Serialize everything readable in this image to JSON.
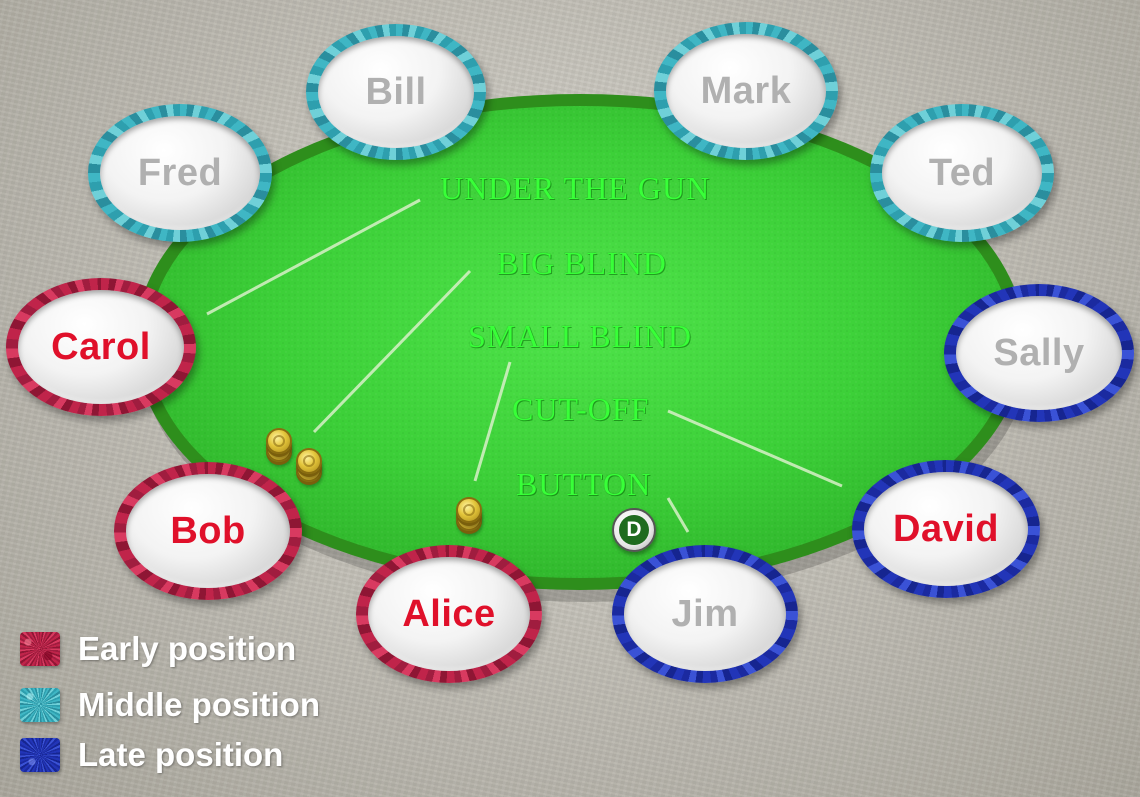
{
  "players": [
    {
      "name": "Bill",
      "position_group": "middle"
    },
    {
      "name": "Mark",
      "position_group": "middle"
    },
    {
      "name": "Fred",
      "position_group": "middle"
    },
    {
      "name": "Ted",
      "position_group": "middle"
    },
    {
      "name": "Carol",
      "position_group": "early"
    },
    {
      "name": "Sally",
      "position_group": "late"
    },
    {
      "name": "Bob",
      "position_group": "early"
    },
    {
      "name": "David",
      "position_group": "late"
    },
    {
      "name": "Alice",
      "position_group": "early"
    },
    {
      "name": "Jim",
      "position_group": "late"
    }
  ],
  "position_labels": {
    "under_the_gun": "UNDER THE GUN",
    "big_blind": "BIG BLIND",
    "small_blind": "SMALL BLIND",
    "cut_off": "CUT-OFF",
    "button": "BUTTON"
  },
  "dealer_button": "D",
  "legend": [
    {
      "label": "Early position",
      "color": "#c0244a"
    },
    {
      "label": "Middle position",
      "color": "#3fb6c4"
    },
    {
      "label": "Late position",
      "color": "#2235b8"
    }
  ],
  "colors": {
    "felt": "#3fd43f",
    "felt_rim": "#2e8e1c",
    "position_label": "#38ff38",
    "name_highlight": "#e0102a",
    "name_default": "#b0b0b0"
  }
}
